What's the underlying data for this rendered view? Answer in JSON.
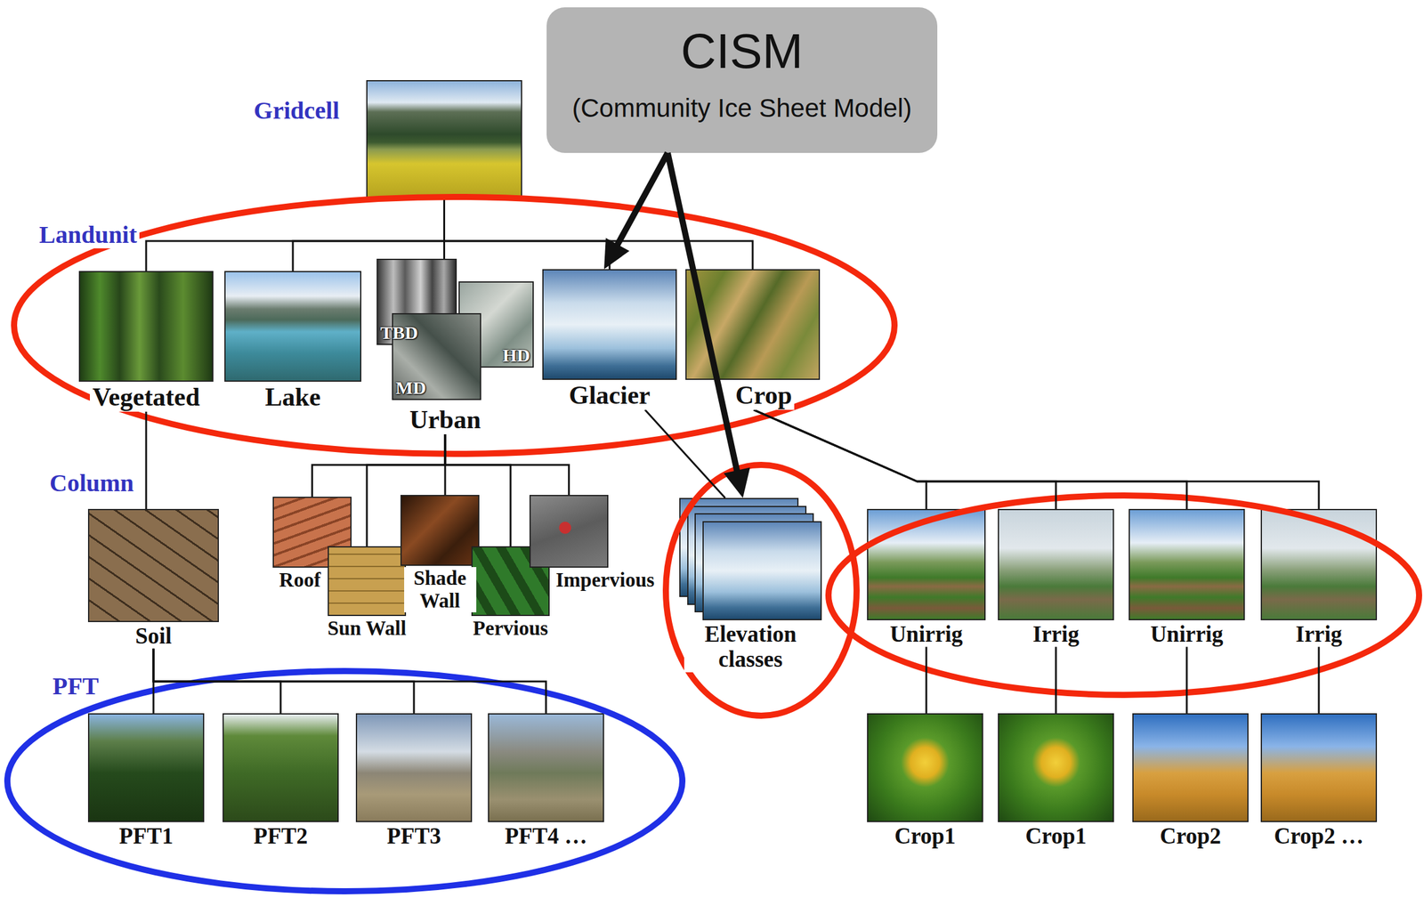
{
  "diagram": {
    "nodes": [
      {
        "text": [
          "CISM",
          "(Community Ice Sheet Model)"
        ]
      },
      {
        "text": [
          "Gridcell"
        ]
      },
      {
        "text": [
          "Vegetated"
        ]
      },
      {
        "text": [
          "Lake"
        ]
      },
      {
        "text": [
          "Urban"
        ]
      },
      {
        "text": [
          "TBD"
        ],
        "in": 4
      },
      {
        "text": [
          "HD"
        ],
        "in": 4
      },
      {
        "text": [
          "MD"
        ],
        "in": 4
      },
      {
        "text": [
          "Glacier"
        ]
      },
      {
        "text": [
          "Crop"
        ]
      },
      {
        "text": [
          "Soil"
        ]
      },
      {
        "text": [
          "Roof"
        ]
      },
      {
        "text": [
          "Sun Wall"
        ]
      },
      {
        "text": [
          "Shade Wall"
        ]
      },
      {
        "text": [
          "Pervious"
        ]
      },
      {
        "text": [
          "Impervious"
        ]
      },
      {
        "text": [
          "Elevation classes"
        ]
      },
      {
        "text": [
          "Unirrig"
        ]
      },
      {
        "text": [
          "Irrig"
        ]
      },
      {
        "text": [
          "Unirrig"
        ]
      },
      {
        "text": [
          "Irrig"
        ]
      },
      {
        "text": [
          "PFT1"
        ]
      },
      {
        "text": [
          "PFT2"
        ]
      },
      {
        "text": [
          "PFT3"
        ]
      },
      {
        "text": [
          "PFT4 …"
        ]
      },
      {
        "text": [
          "Crop1"
        ]
      },
      {
        "text": [
          "Crop1"
        ]
      },
      {
        "text": [
          "Crop2"
        ]
      },
      {
        "text": [
          "Crop2 …"
        ]
      }
    ],
    "edges": [
      {
        "from": 1,
        "to": 2,
        "arrow": "none"
      },
      {
        "from": 1,
        "to": 3,
        "arrow": "none"
      },
      {
        "from": 1,
        "to": 4,
        "arrow": "none"
      },
      {
        "from": 1,
        "to": 8,
        "arrow": "none"
      },
      {
        "from": 1,
        "to": 9,
        "arrow": "none"
      },
      {
        "from": 0,
        "to": 8,
        "arrow": "to"
      },
      {
        "from": 0,
        "to": 16,
        "arrow": "to"
      },
      {
        "from": 2,
        "to": 10,
        "arrow": "none"
      },
      {
        "from": 4,
        "to": 11,
        "arrow": "none"
      },
      {
        "from": 4,
        "to": 12,
        "arrow": "none"
      },
      {
        "from": 4,
        "to": 13,
        "arrow": "none"
      },
      {
        "from": 4,
        "to": 14,
        "arrow": "none"
      },
      {
        "from": 4,
        "to": 15,
        "arrow": "none"
      },
      {
        "from": 8,
        "to": 16,
        "arrow": "none"
      },
      {
        "from": 9,
        "to": 17,
        "arrow": "none"
      },
      {
        "from": 9,
        "to": 18,
        "arrow": "none"
      },
      {
        "from": 9,
        "to": 19,
        "arrow": "none"
      },
      {
        "from": 9,
        "to": 20,
        "arrow": "none"
      },
      {
        "from": 10,
        "to": 21,
        "arrow": "none"
      },
      {
        "from": 10,
        "to": 22,
        "arrow": "none"
      },
      {
        "from": 10,
        "to": 23,
        "arrow": "none"
      },
      {
        "from": 10,
        "to": 24,
        "arrow": "none"
      },
      {
        "from": 17,
        "to": 25,
        "arrow": "none"
      },
      {
        "from": 18,
        "to": 26,
        "arrow": "none"
      },
      {
        "from": 19,
        "to": 27,
        "arrow": "none"
      },
      {
        "from": 20,
        "to": 28,
        "arrow": "none"
      }
    ],
    "labels": [
      "Landunit",
      "Column",
      "PFT"
    ]
  }
}
